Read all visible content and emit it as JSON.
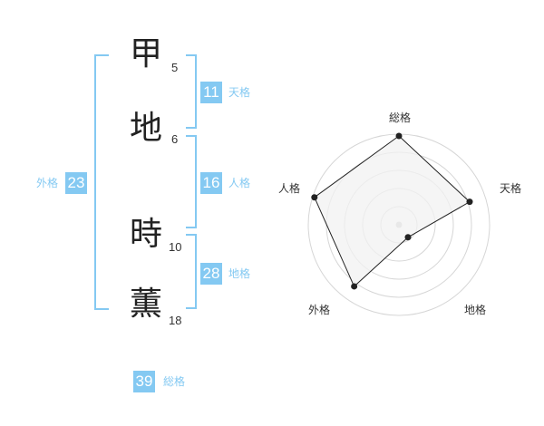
{
  "name": {
    "chars": [
      {
        "char": "甲",
        "strokes": "5"
      },
      {
        "char": "地",
        "strokes": "6"
      },
      {
        "char": "時",
        "strokes": "10"
      },
      {
        "char": "薫",
        "strokes": "18"
      }
    ]
  },
  "fortune": {
    "tenkaku": {
      "value": "11",
      "label": "天格"
    },
    "jinkaku": {
      "value": "16",
      "label": "人格"
    },
    "chikaku": {
      "value": "28",
      "label": "地格"
    },
    "gaikaku": {
      "value": "23",
      "label": "外格"
    },
    "soukaku": {
      "value": "39",
      "label": "総格"
    }
  },
  "chart_data": {
    "type": "radar",
    "axes": [
      "総格",
      "天格",
      "地格",
      "外格",
      "人格"
    ],
    "values": [
      0.98,
      0.82,
      0.17,
      0.84,
      0.98
    ],
    "rings": 5,
    "colors": {
      "fill": "#f1f1f1",
      "stroke": "#222222",
      "grid": "#d6d6d6",
      "accent": "#84c9f2"
    }
  }
}
